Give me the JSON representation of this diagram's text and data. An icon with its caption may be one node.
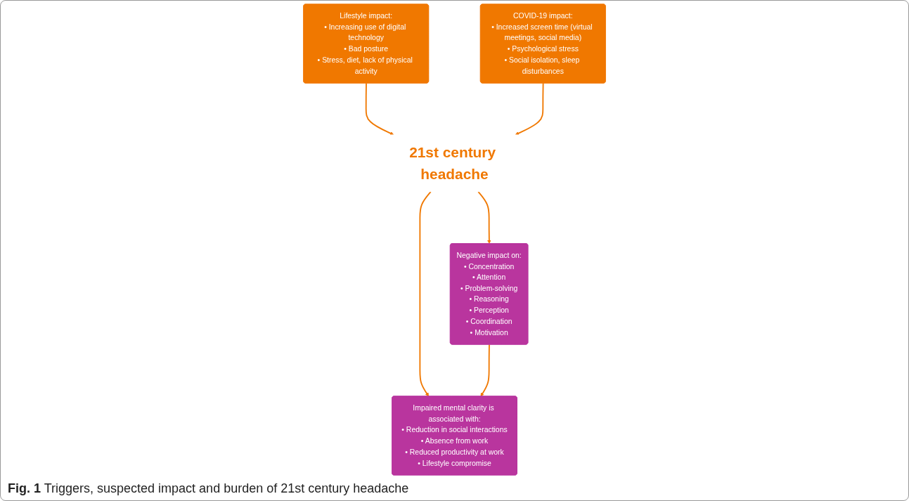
{
  "diagram": {
    "caption": "**Fig. 1** Triggers, suspected impact and burden of 21st century headache",
    "nodes": [
      {
        "text": [
          "Lifestyle impact:",
          "• Increasing use of digital technology",
          "• Bad posture",
          "• Stress, diet, lack of physical activity"
        ]
      },
      {
        "text": [
          "COVID-19 impact:",
          "• Increased screen time (virtual meetings, social media)",
          "• Psychological stress",
          "• Social isolation, sleep disturbances"
        ]
      },
      {
        "text": [
          "21st century headache"
        ]
      },
      {
        "text": [
          "Negative impact on:",
          "• Concentration",
          "• Attention",
          "• Problem-solving",
          "• Reasoning",
          "• Perception",
          "• Coordination",
          "• Motivation"
        ]
      },
      {
        "text": [
          "Impaired mental clarity is associated with:",
          "• Reduction in social interactions",
          "• Absence from work",
          "• Reduced productivity at work",
          "• Lifestyle compromise"
        ]
      }
    ],
    "edges": [
      {
        "from": 0,
        "to": 2,
        "arrow": "to"
      },
      {
        "from": 1,
        "to": 2,
        "arrow": "to"
      },
      {
        "from": 2,
        "to": 3,
        "arrow": "to"
      },
      {
        "from": 2,
        "to": 4,
        "arrow": "to"
      },
      {
        "from": 3,
        "to": 4,
        "arrow": "to"
      }
    ]
  }
}
